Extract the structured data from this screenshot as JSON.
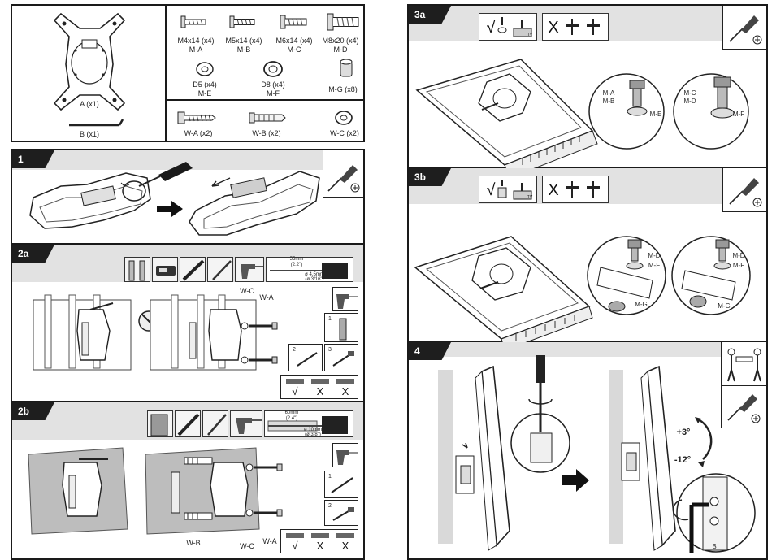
{
  "parts_box": {
    "left_parts": [
      {
        "label": "A (x1)"
      },
      {
        "label": "B (x1)"
      }
    ],
    "screws": [
      {
        "name": "M4x14 (x4)",
        "code": "M-A"
      },
      {
        "name": "M5x14 (x4)",
        "code": "M-B"
      },
      {
        "name": "M6x14 (x4)",
        "code": "M-C"
      },
      {
        "name": "M8x20 (x4)",
        "code": "M-D"
      }
    ],
    "washers": [
      {
        "name": "D5 (x4)",
        "code": "M-E"
      },
      {
        "name": "D8 (x4)",
        "code": "M-F"
      },
      {
        "name": "M-G (x8)",
        "code": ""
      }
    ],
    "wall_parts": [
      {
        "name": "W-A (x2)"
      },
      {
        "name": "W-B (x2)"
      },
      {
        "name": "W-C (x2)"
      }
    ]
  },
  "steps": {
    "s1": {
      "tag": "1"
    },
    "s2a": {
      "tag": "2a",
      "drill_spec": {
        "depth": "55mm",
        "depth_in": "(2.2\")",
        "dia": "ø 4.5mm",
        "dia_in": "(ø 3/16\")"
      },
      "callouts": {
        "wc": "W-C",
        "wa": "W-A"
      },
      "check_row": [
        "√",
        "X",
        "X"
      ]
    },
    "s2b": {
      "tag": "2b",
      "drill_spec": {
        "depth": "60mm",
        "depth_in": "(2.4\")",
        "dia": "ø 10mm",
        "dia_in": "(ø 3/8\")"
      },
      "callouts": {
        "wb": "W-B",
        "wc": "W-C",
        "wa": "W-A"
      },
      "check_row": [
        "√",
        "X",
        "X"
      ]
    },
    "s3a": {
      "tag": "3a",
      "check": "√",
      "cross": "X",
      "tv_label": "TV",
      "left_callouts": [
        "M-A",
        "M-B",
        "M-E"
      ],
      "right_callouts": [
        "M-C",
        "M-D",
        "M-F"
      ]
    },
    "s3b": {
      "tag": "3b",
      "check": "√",
      "cross": "X",
      "tv_label": "TV",
      "left_callouts": [
        "M-D",
        "M-F",
        "M-G"
      ],
      "right_callouts": [
        "M-D",
        "M-F",
        "M-G"
      ]
    },
    "s4": {
      "tag": "4",
      "tilt_up": "+3°",
      "tilt_down": "-12°",
      "key_label": "B"
    }
  },
  "steps_aux": {
    "s2a_sub": [
      "1",
      "2",
      "3"
    ],
    "s2b_sub": [
      "1",
      "2"
    ]
  },
  "icons": {
    "screwdriver": "screwdriver-icon",
    "drill": "drill-icon",
    "level": "level-icon",
    "pencil": "pencil-icon",
    "stud_finder": "stud-finder-icon",
    "two_person": "two-person-icon"
  }
}
